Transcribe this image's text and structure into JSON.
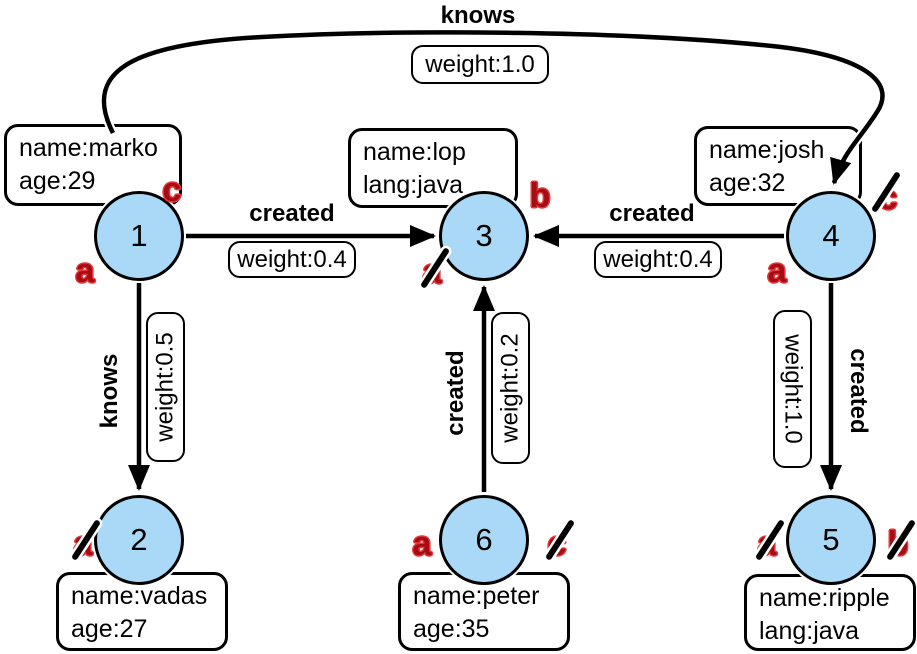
{
  "colors": {
    "node_fill": "#a9d9f7",
    "edge_color": "#000000",
    "marker_dark": "#a60d12",
    "marker_light": "#e5393e"
  },
  "nodes": [
    {
      "id": "1",
      "properties": [
        "name:marko",
        "age:29"
      ],
      "markers": [
        {
          "letter": "a",
          "struck": false
        },
        {
          "letter": "c",
          "struck": false
        }
      ]
    },
    {
      "id": "2",
      "properties": [
        "name:vadas",
        "age:27"
      ],
      "markers": [
        {
          "letter": "a",
          "struck": true
        }
      ]
    },
    {
      "id": "3",
      "properties": [
        "name:lop",
        "lang:java"
      ],
      "markers": [
        {
          "letter": "a",
          "struck": true
        },
        {
          "letter": "b",
          "struck": false
        }
      ]
    },
    {
      "id": "4",
      "properties": [
        "name:josh",
        "age:32"
      ],
      "markers": [
        {
          "letter": "a",
          "struck": false
        },
        {
          "letter": "c",
          "struck": true
        }
      ]
    },
    {
      "id": "5",
      "properties": [
        "name:ripple",
        "lang:java"
      ],
      "markers": [
        {
          "letter": "a",
          "struck": true
        },
        {
          "letter": "b",
          "struck": true
        }
      ]
    },
    {
      "id": "6",
      "properties": [
        "name:peter",
        "age:35"
      ],
      "markers": [
        {
          "letter": "a",
          "struck": false
        },
        {
          "letter": "c",
          "struck": true
        }
      ]
    }
  ],
  "edges": [
    {
      "from": "1",
      "to": "2",
      "label": "knows",
      "weight": "weight:0.5"
    },
    {
      "from": "1",
      "to": "3",
      "label": "created",
      "weight": "weight:0.4"
    },
    {
      "from": "1",
      "to": "4",
      "label": "knows",
      "weight": "weight:1.0"
    },
    {
      "from": "4",
      "to": "3",
      "label": "created",
      "weight": "weight:0.4"
    },
    {
      "from": "4",
      "to": "5",
      "label": "created",
      "weight": "weight:1.0"
    },
    {
      "from": "6",
      "to": "3",
      "label": "created",
      "weight": "weight:0.2"
    }
  ]
}
